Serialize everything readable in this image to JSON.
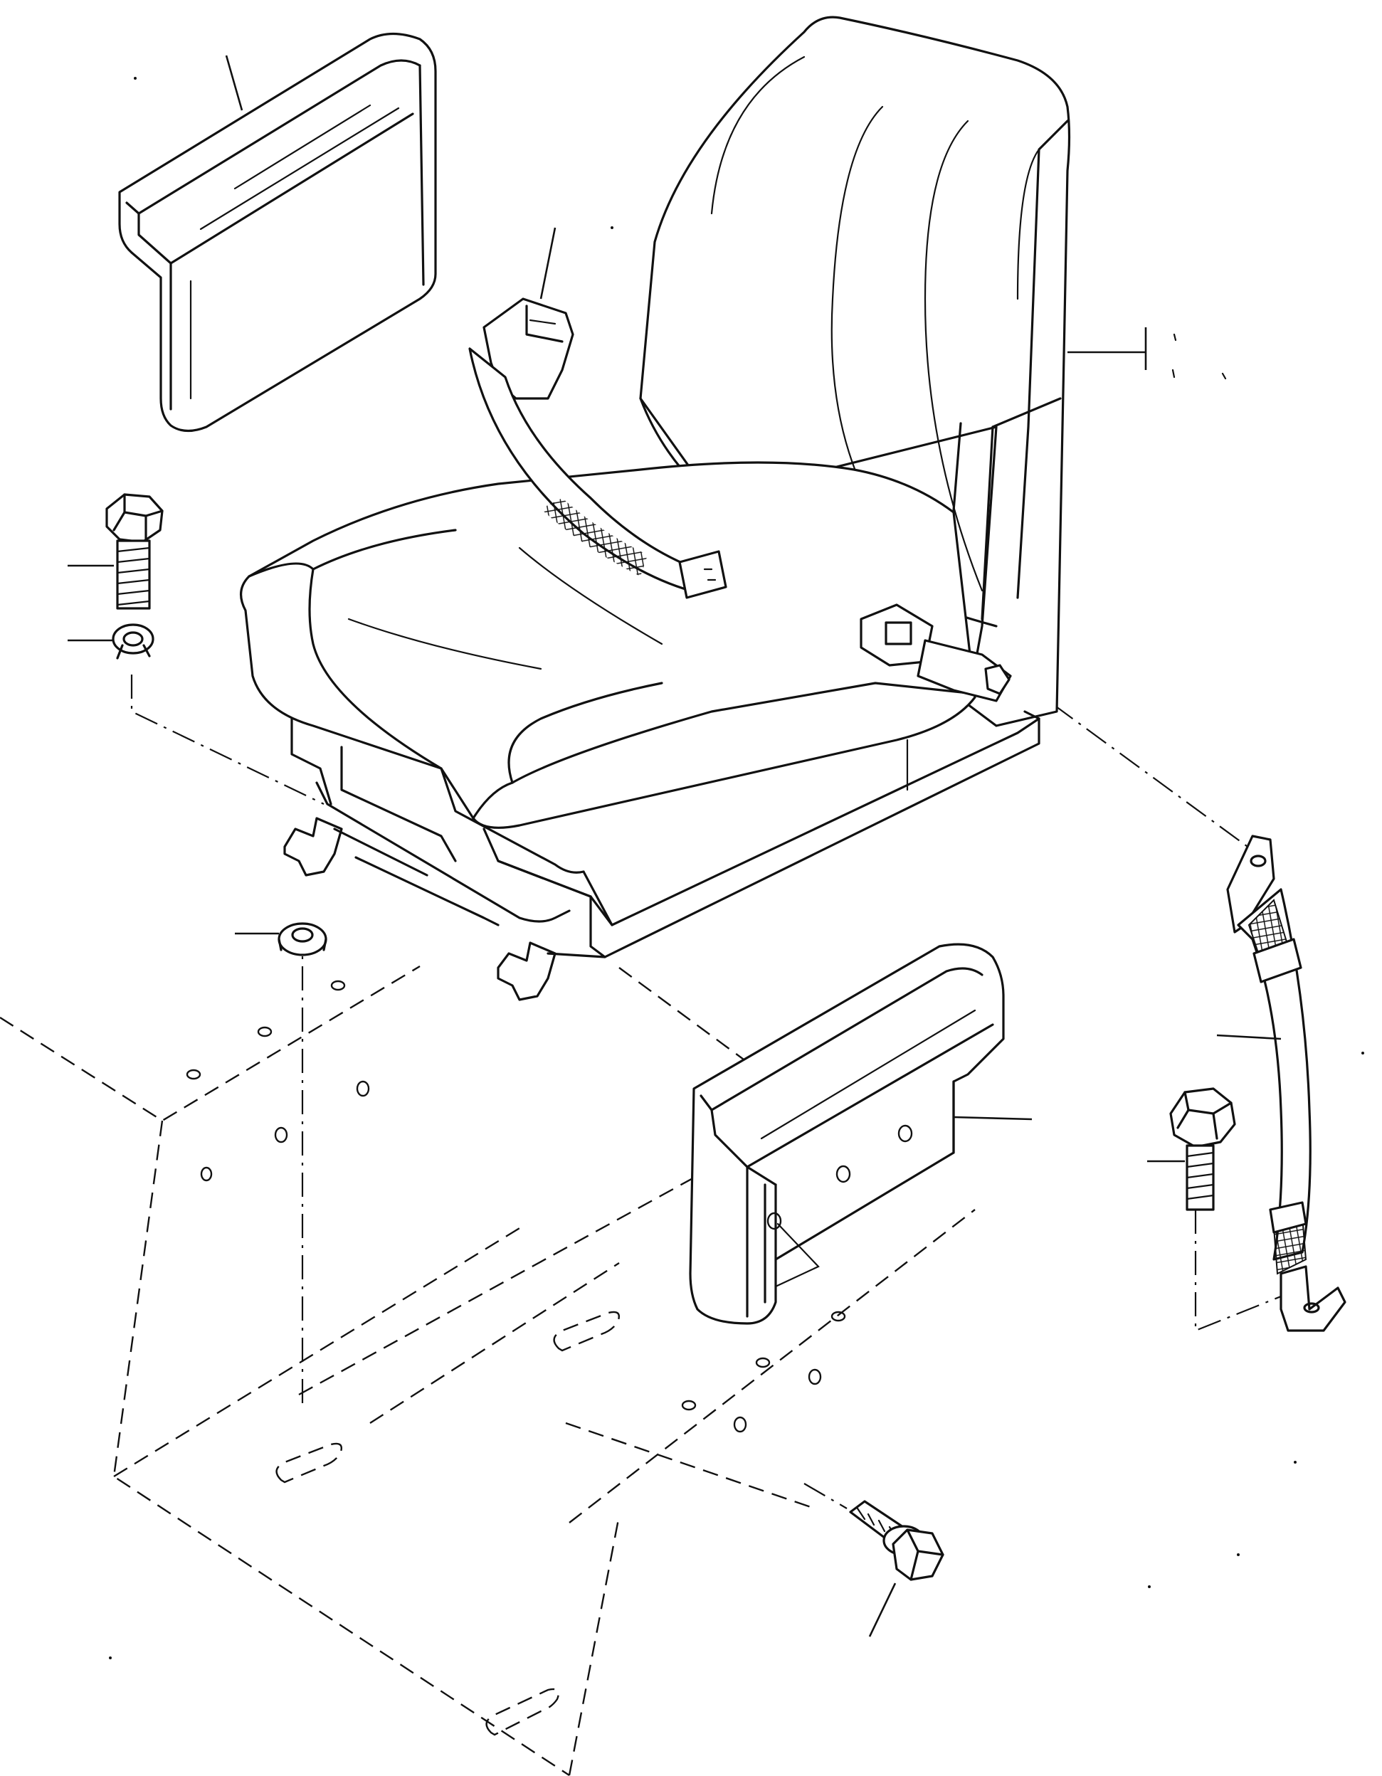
{
  "diagram": {
    "type": "exploded-parts-view",
    "labels": [],
    "parts": [
      {
        "key": "armrest-left",
        "icon": "armrest-cushion-icon"
      },
      {
        "key": "seat-belt-buckle",
        "icon": "seat-belt-icon"
      },
      {
        "key": "seat-assembly",
        "icon": "seat-icon"
      },
      {
        "key": "mount-bolt-left",
        "icon": "hex-bolt-icon"
      },
      {
        "key": "lock-washer-left",
        "icon": "washer-icon"
      },
      {
        "key": "spacer-washer",
        "icon": "washer-icon"
      },
      {
        "key": "armrest-right",
        "icon": "armrest-cushion-icon"
      },
      {
        "key": "seat-belt-anchor",
        "icon": "seat-belt-icon"
      },
      {
        "key": "belt-bolt",
        "icon": "hex-bolt-icon"
      },
      {
        "key": "floor-bolt",
        "icon": "hex-bolt-icon"
      },
      {
        "key": "cab-floor",
        "icon": "floor-plate-icon"
      }
    ]
  }
}
